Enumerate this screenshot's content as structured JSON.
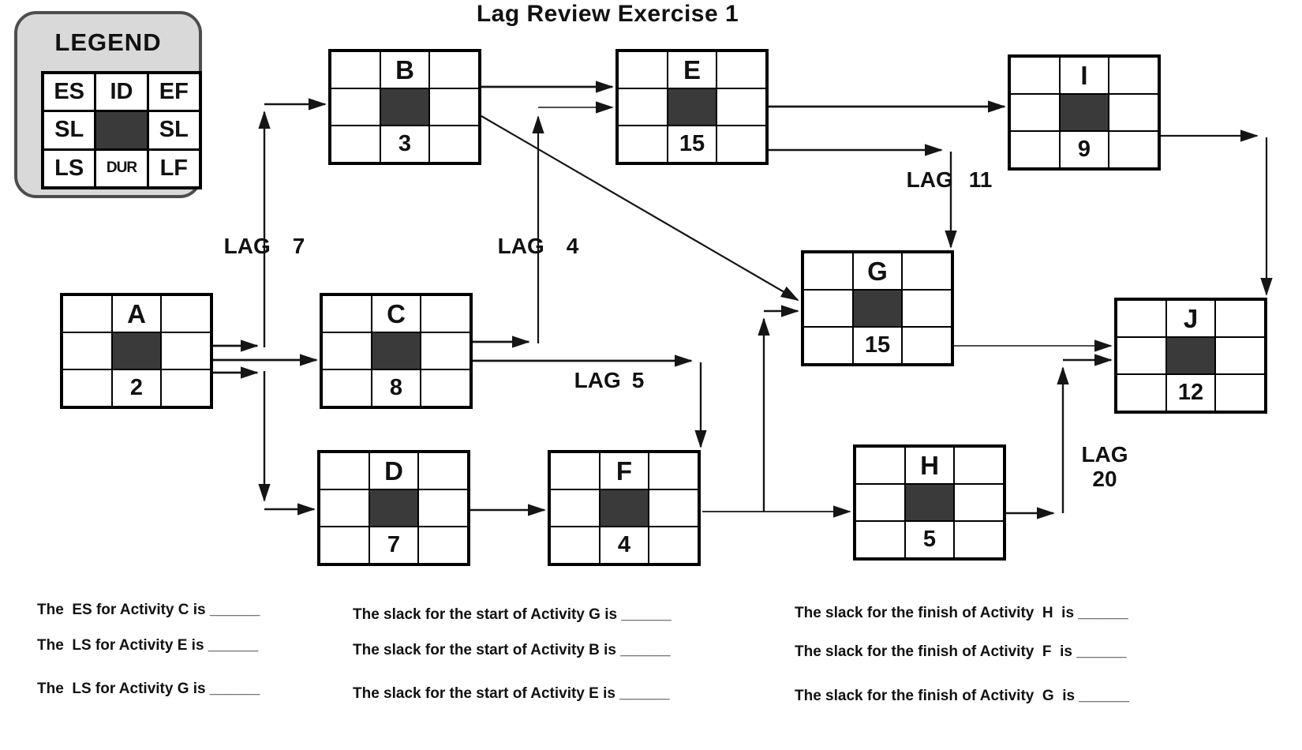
{
  "title": "Lag Review Exercise 1",
  "legend": {
    "title": "LEGEND",
    "cells": [
      "ES",
      "ID",
      "EF",
      "SL",
      "",
      "SL",
      "LS",
      "DUR",
      "LF"
    ]
  },
  "nodes": [
    {
      "id": "A",
      "dur": "2"
    },
    {
      "id": "B",
      "dur": "3"
    },
    {
      "id": "C",
      "dur": "8"
    },
    {
      "id": "D",
      "dur": "7"
    },
    {
      "id": "E",
      "dur": "15"
    },
    {
      "id": "F",
      "dur": "4"
    },
    {
      "id": "G",
      "dur": "15"
    },
    {
      "id": "H",
      "dur": "5"
    },
    {
      "id": "I",
      "dur": "9"
    },
    {
      "id": "J",
      "dur": "12"
    }
  ],
  "lags": [
    {
      "text": "LAG",
      "value": "7"
    },
    {
      "text": "LAG",
      "value": "4"
    },
    {
      "text": "LAG",
      "value": "5"
    },
    {
      "text": "LAG",
      "value": "11"
    },
    {
      "text": "LAG",
      "value": "20"
    }
  ],
  "questions": [
    "The  ES for Activity C is ______",
    "The slack for the start of Activity G is ______",
    "The slack for the finish of Activity  H  is ______",
    "The  LS for Activity E is ______",
    "The slack for the start of Activity B is ______",
    "The slack for the finish of Activity  F  is ______",
    "The  LS for Activity G is ______",
    "The slack for the start of Activity E is ______",
    "The slack for the finish of Activity  G  is ______"
  ],
  "colors": {
    "node_center": "#3a3a3a",
    "legend_bg": "#d9d9d9",
    "line": "#151515"
  }
}
